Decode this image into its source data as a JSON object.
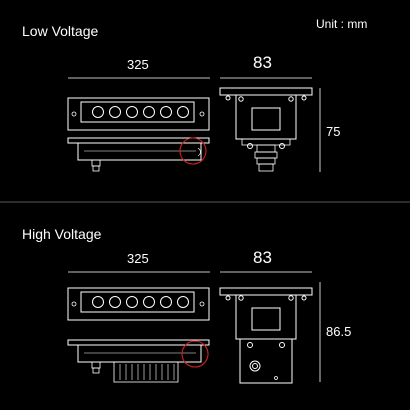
{
  "unit_label": "Unit : mm",
  "sections": [
    {
      "title": "Low Voltage",
      "length_label": "325",
      "width_label": "83",
      "height_label": "75"
    },
    {
      "title": "High Voltage",
      "length_label": "325",
      "width_label": "83",
      "height_label": "86.5"
    }
  ],
  "colors": {
    "background": "#000000",
    "lines": "#ffffff",
    "highlight_circle": "#d32020",
    "divider": "#777777"
  }
}
